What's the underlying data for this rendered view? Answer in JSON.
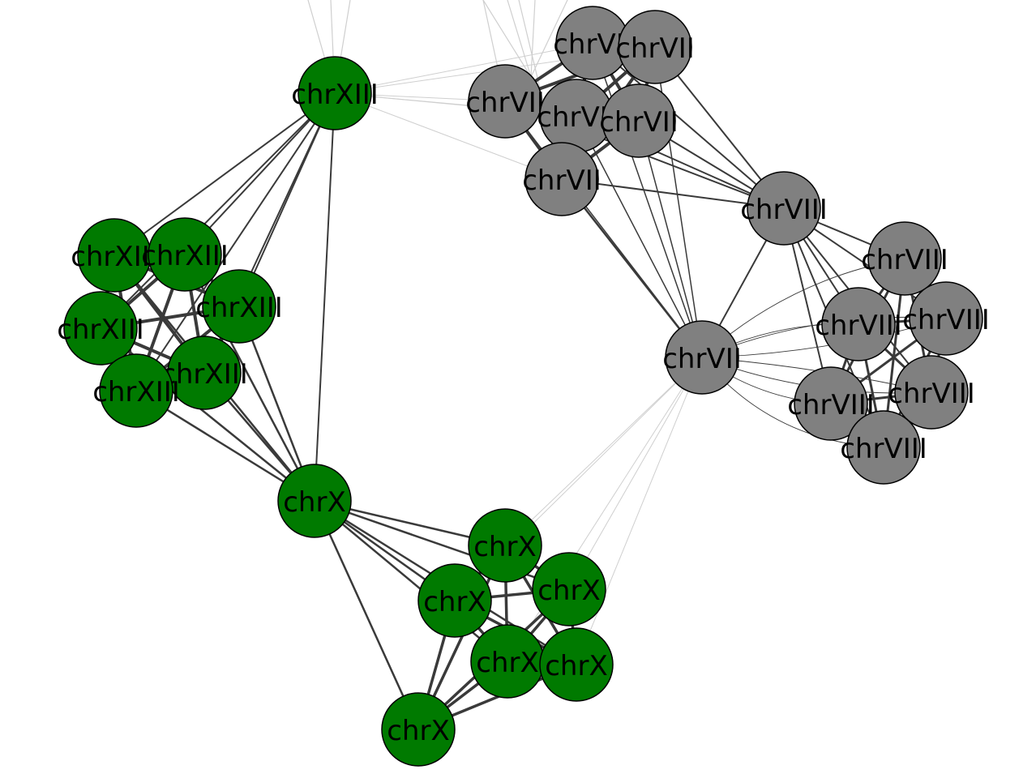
{
  "colors": {
    "background": "#ffffff",
    "green_group": "#007a00",
    "grey_group": "#808080",
    "strong_edge": "#3a3a3a",
    "weak_edge": "#cfcfcf",
    "node_stroke": "#000000"
  },
  "nodes": [
    {
      "id": "n0",
      "label": "chrXIII",
      "group": "green"
    },
    {
      "id": "n1",
      "label": "chrXIII",
      "group": "green"
    },
    {
      "id": "n2",
      "label": "chrXIII",
      "group": "green"
    },
    {
      "id": "n3",
      "label": "chrXIII",
      "group": "green"
    },
    {
      "id": "n4",
      "label": "chrXIII",
      "group": "green"
    },
    {
      "id": "n5",
      "label": "chrXIII",
      "group": "green"
    },
    {
      "id": "n6",
      "label": "chrXIII",
      "group": "green"
    },
    {
      "id": "n7",
      "label": "chrX",
      "group": "green"
    },
    {
      "id": "n8",
      "label": "chrX",
      "group": "green"
    },
    {
      "id": "n9",
      "label": "chrX",
      "group": "green"
    },
    {
      "id": "n10",
      "label": "chrX",
      "group": "green"
    },
    {
      "id": "n11",
      "label": "chrX",
      "group": "green"
    },
    {
      "id": "n12",
      "label": "chrX",
      "group": "green"
    },
    {
      "id": "n13",
      "label": "chrX",
      "group": "green"
    },
    {
      "id": "n14",
      "label": "chrVII",
      "group": "grey"
    },
    {
      "id": "n15",
      "label": "chrVII",
      "group": "grey"
    },
    {
      "id": "n16",
      "label": "chrVII",
      "group": "grey"
    },
    {
      "id": "n17",
      "label": "chrVII",
      "group": "grey"
    },
    {
      "id": "n18",
      "label": "chrVII",
      "group": "grey"
    },
    {
      "id": "n19",
      "label": "chrVII",
      "group": "grey"
    },
    {
      "id": "n20",
      "label": "chrVII",
      "group": "grey"
    },
    {
      "id": "n21",
      "label": "chrVIII",
      "group": "grey"
    },
    {
      "id": "n22",
      "label": "chrVIII",
      "group": "grey"
    },
    {
      "id": "n23",
      "label": "chrVIII",
      "group": "grey"
    },
    {
      "id": "n24",
      "label": "chrVIII",
      "group": "grey"
    },
    {
      "id": "n25",
      "label": "chrVIII",
      "group": "grey"
    },
    {
      "id": "n26",
      "label": "chrVIII",
      "group": "grey"
    },
    {
      "id": "n27",
      "label": "chrVIII",
      "group": "grey"
    }
  ]
}
